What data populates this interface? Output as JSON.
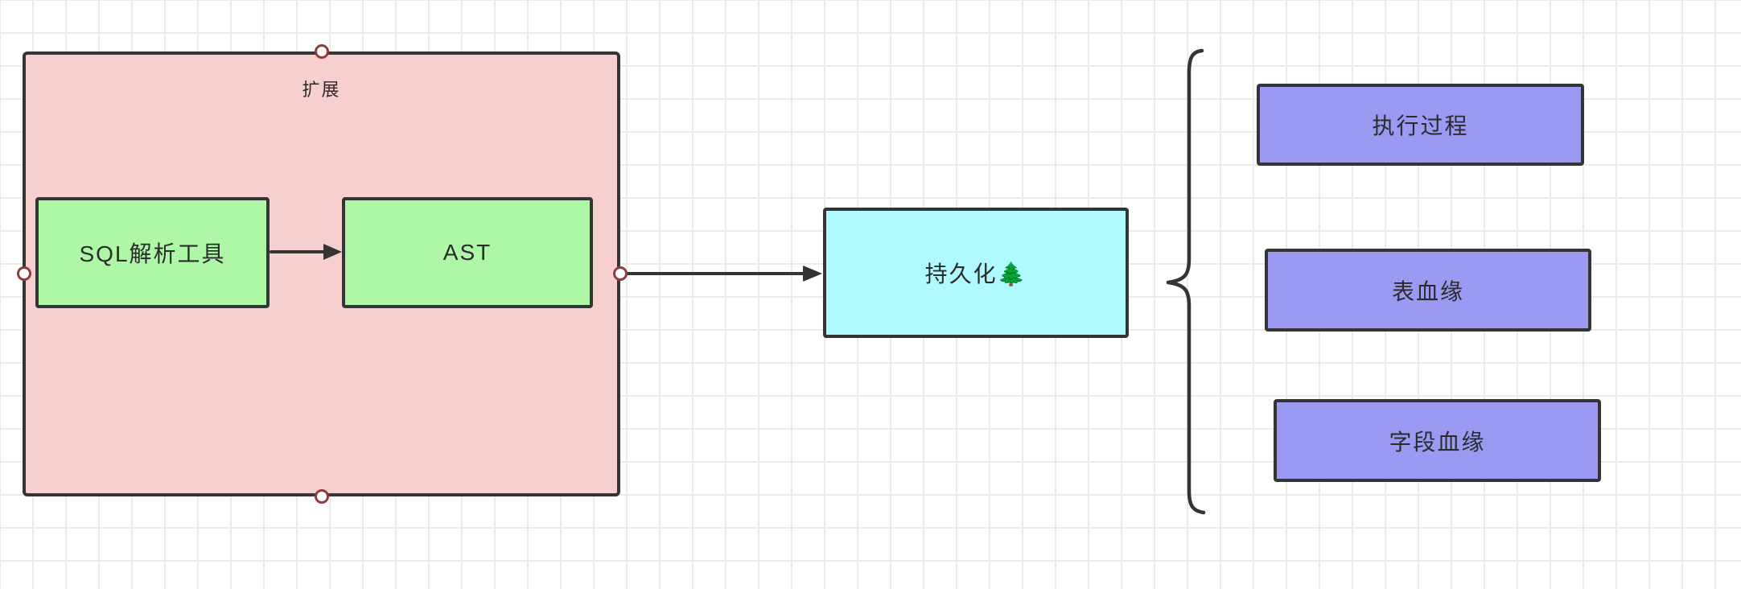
{
  "diagram": {
    "container": {
      "id": "extension",
      "label": "扩展"
    },
    "nodes": {
      "sql_parser": {
        "label": "SQL解析工具",
        "color": "green",
        "inside": "extension"
      },
      "ast": {
        "label": "AST",
        "color": "green",
        "inside": "extension"
      },
      "persistence": {
        "label": "持久化🌲",
        "color": "cyan"
      },
      "exec_process": {
        "label": "执行过程",
        "color": "purple",
        "group": "brace"
      },
      "table_lineage": {
        "label": "表血缘",
        "color": "purple",
        "group": "brace"
      },
      "field_lineage": {
        "label": "字段血缘",
        "color": "purple",
        "group": "brace"
      }
    },
    "edges": [
      {
        "from": "sql_parser",
        "to": "ast",
        "type": "arrow"
      },
      {
        "from": "extension",
        "to": "persistence",
        "type": "arrow"
      }
    ],
    "brace": {
      "side": "left",
      "groups": [
        "exec_process",
        "table_lineage",
        "field_lineage"
      ]
    },
    "connection_handles": [
      "top",
      "bottom",
      "left",
      "right"
    ],
    "colors": {
      "background": "#ffffff",
      "grid_line": "#ebebeb",
      "container_fill": "#f8cfcf",
      "node_green": "#aef7a6",
      "node_cyan": "#b0faff",
      "node_purple": "#9a9af2",
      "stroke": "#343434",
      "handle_stroke": "#8e3d3d",
      "text": "#2b2b2b"
    }
  }
}
